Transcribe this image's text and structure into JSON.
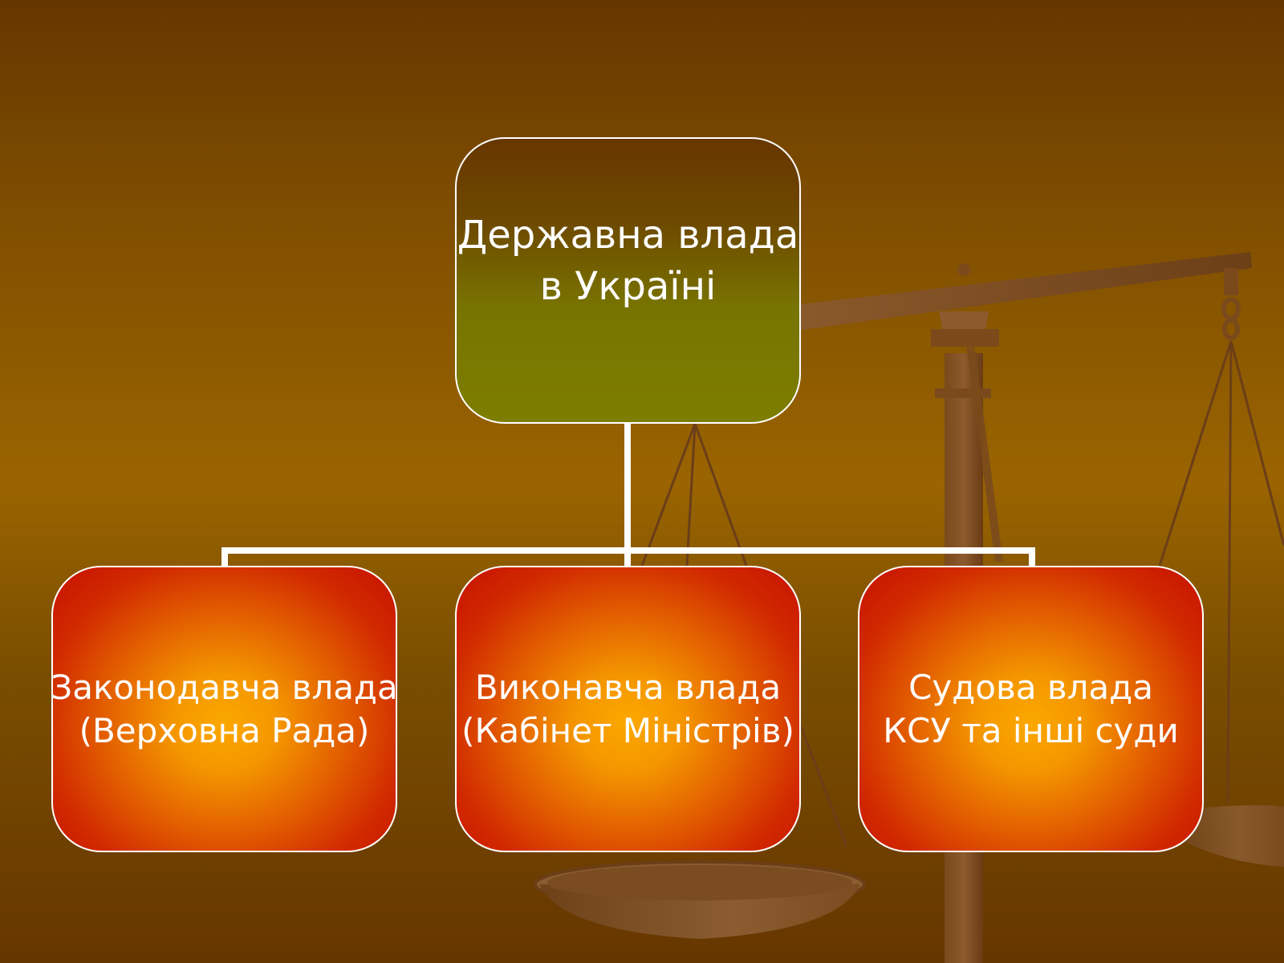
{
  "diagram": {
    "root": {
      "line1": "Державна влада",
      "line2": "в Україні"
    },
    "children": [
      {
        "line1": "Законодавча влада",
        "line2": "(Верховна Рада)"
      },
      {
        "line1": "Виконавча влада",
        "line2": "(Кабінет Міністрів)"
      },
      {
        "line1": "Судова влада",
        "line2": "КСУ та інші суди"
      }
    ]
  },
  "colors": {
    "background_top": "#663600",
    "background_mid": "#9a6400",
    "root_top": "#673600",
    "root_bottom": "#7d7e00",
    "child_center": "#fca800",
    "child_edge": "#c71000",
    "border": "#ffffff"
  },
  "decor": {
    "background_image": "scales-of-justice-icon"
  }
}
